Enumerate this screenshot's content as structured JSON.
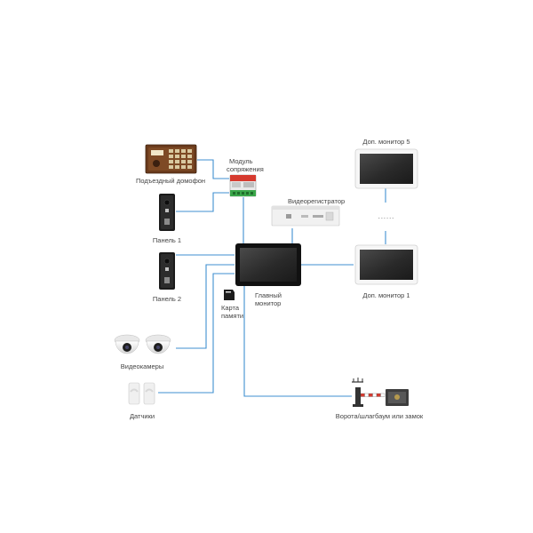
{
  "labels": {
    "entrance_intercom": "Подъездный домофон",
    "interface_module_line1": "Модуль",
    "interface_module_line2": "сопряжения",
    "panel1": "Панель 1",
    "panel2": "Панель 2",
    "main_monitor_line1": "Главный",
    "main_monitor_line2": "монитор",
    "memory_card_line1": "Карта",
    "memory_card_line2": "памяти",
    "video_recorder": "Видеорегистратор",
    "cameras": "Видеокамеры",
    "sensors": "Датчики",
    "gate": "Ворота/шлагбаум или замок",
    "extra_monitor_5": "Доп. монитор 5",
    "extra_monitor_1": "Доп. монитор 1",
    "ellipsis": "......"
  },
  "colors": {
    "wire": "#3f8fd0",
    "monitor_frame_black": "#111111",
    "monitor_frame_white": "#f6f6f6",
    "intercom_body": "#6b3b1c",
    "module_red": "#d63a2f",
    "module_green": "#3aa64a",
    "label_text": "#444444"
  },
  "icons": {
    "entrance_intercom": "intercom-panel-icon",
    "interface_module": "interface-module-icon",
    "panel": "call-panel-icon",
    "main_monitor": "monitor-black-icon",
    "memory_card": "micro-sd-card-icon",
    "video_recorder": "dvr-icon",
    "camera": "dome-camera-icon",
    "sensor": "motion-sensor-icon",
    "barrier": "barrier-gate-icon",
    "lock": "electric-lock-icon",
    "extra_monitor": "monitor-white-icon"
  }
}
